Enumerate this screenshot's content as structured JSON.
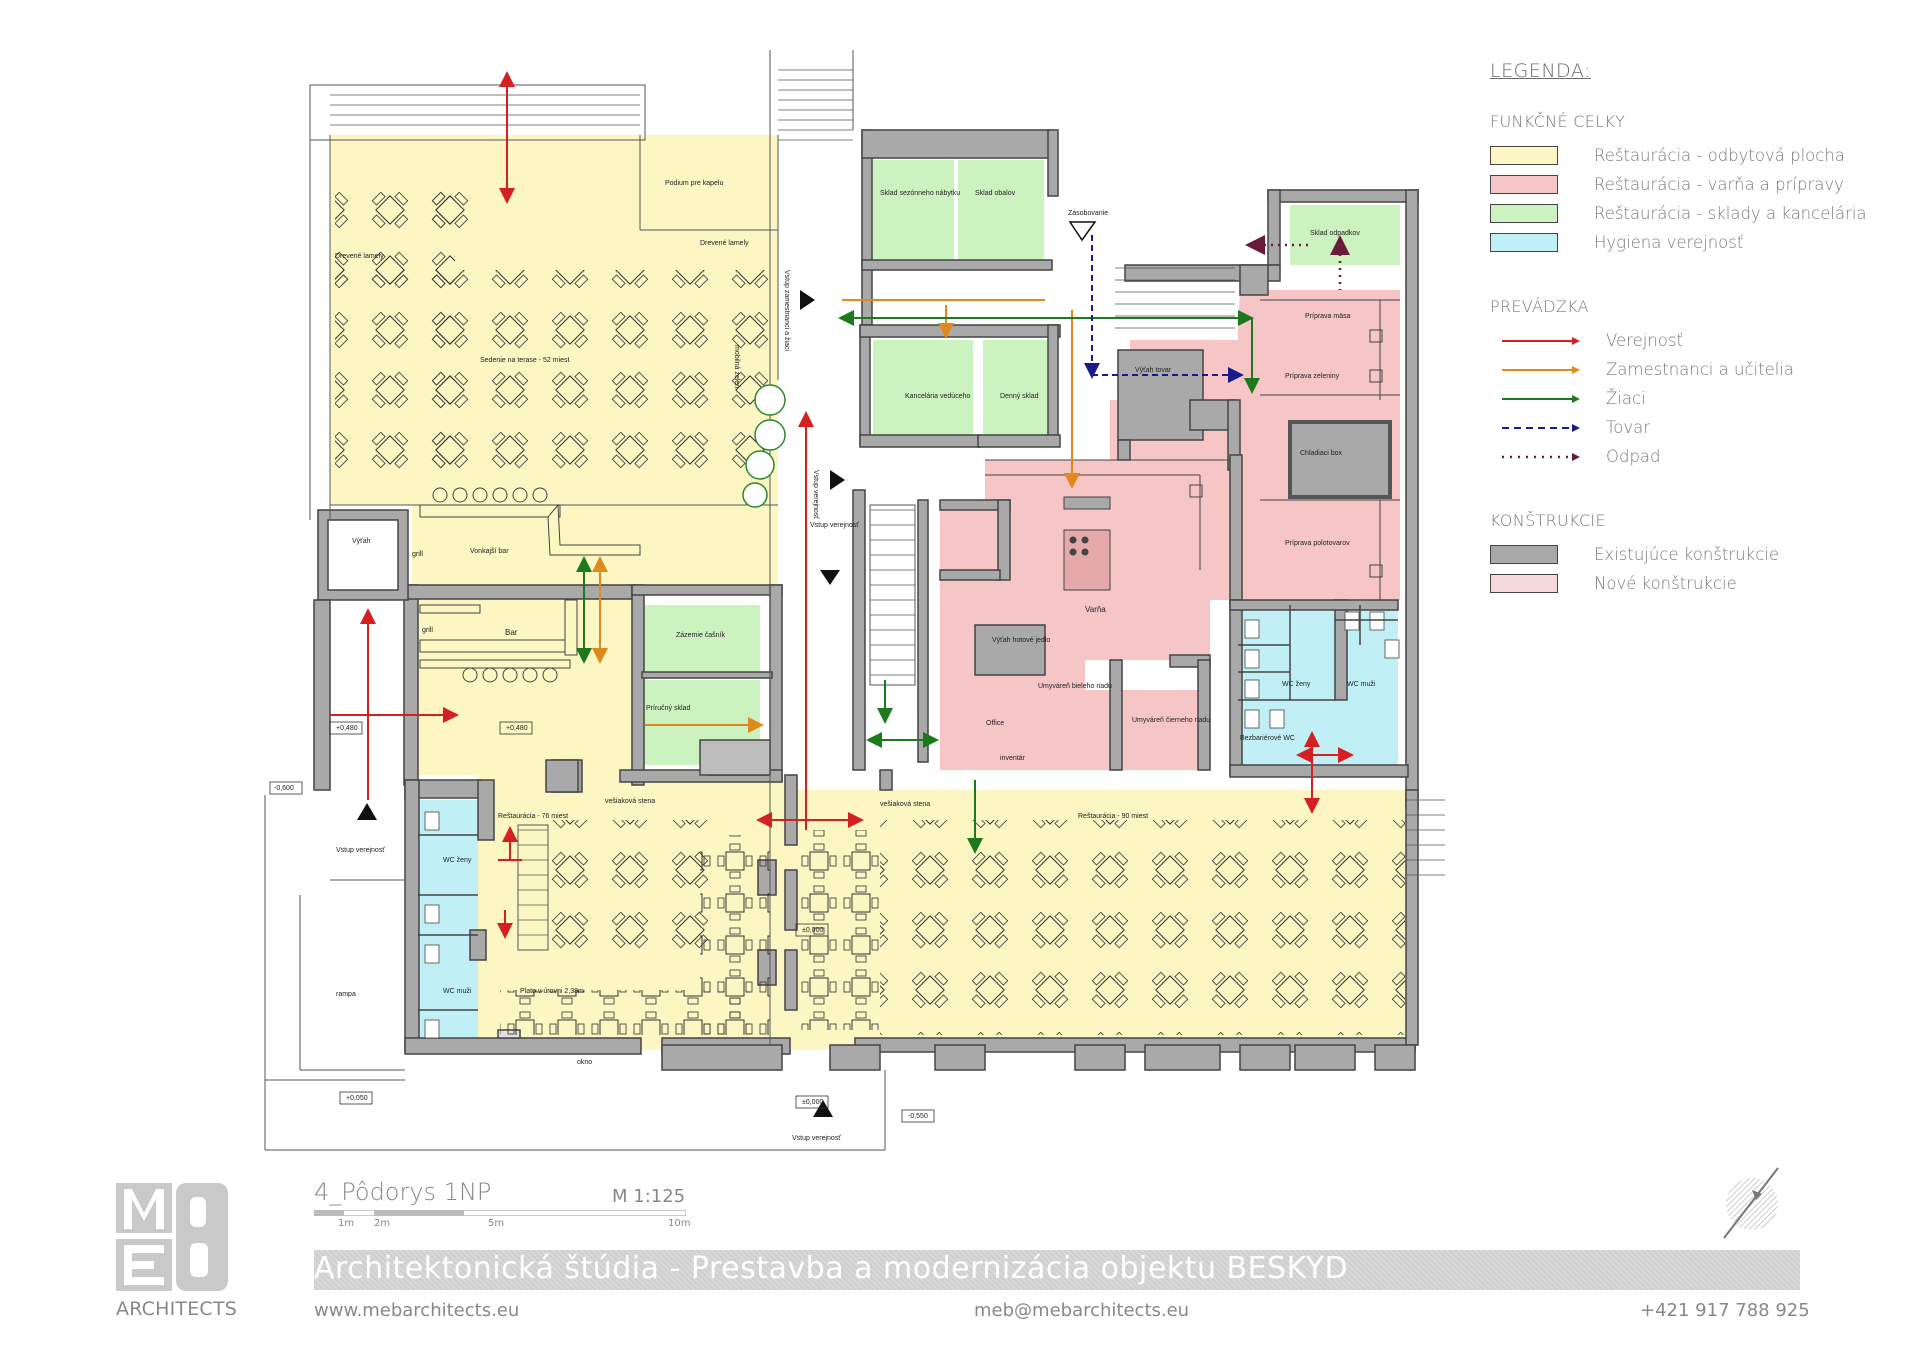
{
  "legend": {
    "title": "LEGENDA:",
    "functional_heading": "FUNKČNÉ CELKY",
    "functional": [
      {
        "label": "Reštaurácia - odbytová plocha",
        "color": "#fbf6c2"
      },
      {
        "label": "Reštaurácia - varňa a prípravy",
        "color": "#f6c5c6"
      },
      {
        "label": "Reštaurácia - sklady a kancelária",
        "color": "#ccf2c0"
      },
      {
        "label": "Hygiena verejnosť",
        "color": "#c0f0f6"
      }
    ],
    "operation_heading": "PREVÁDZKA",
    "operation": [
      {
        "label": "Verejnosť",
        "color": "#d42020",
        "style": "solid"
      },
      {
        "label": "Zamestnanci a učitelia",
        "color": "#e0891d",
        "style": "solid"
      },
      {
        "label": "Žiaci",
        "color": "#1c7a1c",
        "style": "solid"
      },
      {
        "label": "Tovar",
        "color": "#1a1a8a",
        "style": "dashed"
      },
      {
        "label": "Odpad",
        "color": "#6a1a3a",
        "style": "dotted"
      }
    ],
    "construction_heading": "KONŠTRUKCIE",
    "construction": [
      {
        "label": "Existujúce konštrukcie",
        "color": "#a9a9a9"
      },
      {
        "label": "Nové konštrukcie",
        "color": "#f5d9da"
      }
    ]
  },
  "rooms": {
    "podium": "Podium pre kapelu",
    "drevene_lamely_left": "Drevené lamely",
    "drevene_lamely_right": "Drevené lamely",
    "sedenie": "Sedenie na terase - 52 miest",
    "mobilna_zelen": "mobilná zeleň",
    "sklad_sezonneho": "Sklad sezónneho nábytku",
    "sklad_obalov": "Sklad obalov",
    "zasobovanie": "Zásobovanie",
    "vstup_zamestnanci": "Vstup zamestnanci a žiaci",
    "sklad_odpadkov": "Sklad odpadkov",
    "priprava_masa": "Príprava mäsa",
    "kancelaria": "Kancelária vedúceho",
    "denny_sklad": "Denný sklad",
    "vytah_tovar": "Výťah tovar",
    "priprava_zeleniny": "Príprava zeleniny",
    "chladiaci_box": "Chladiaci box",
    "vstup_verejnost_mid": "Vstup verejnosť",
    "vstup_verejnost_right": "Vstup verejnosť",
    "vytah_left": "Výťah",
    "grill_top": "grill",
    "vonkajsi_bar": "Vonkajší bar",
    "varna": "Varňa",
    "priprava_polotovarov": "Príprava polotovarov",
    "grill_bar": "grill",
    "bar": "Bar",
    "zazemie": "Zázemie čašník",
    "vytah_hotove": "Výťah hotové jedlo",
    "umyvaren_bieleho": "Umyváreň bieleho riadu",
    "umyvaren_cierneho": "Umyváreň čierneho riadu",
    "office": "Office",
    "inventar": "inventár",
    "wc_zeny_right": "WC ženy",
    "wc_muzi_right": "WC muži",
    "bezbarierove": "Bezbariérové WC",
    "prirucny_sklad": "Príručný sklad",
    "level_0480_a": "+0,480",
    "level_0480_b": "+0,480",
    "level_m0600": "-0,600",
    "vesiakova_stena_left": "vešiaková stena",
    "vesiakova_stena_right": "vešiaková stena",
    "restauracia_76": "Reštaurácia - 76 miest",
    "restauracia_90": "Reštaurácia - 90 miest",
    "vstup_verejnost_left": "Vstup verejnosť",
    "wc_zeny_left": "WC ženy",
    "level_0000_a": "±0,000",
    "rampa": "rampa",
    "wc_muzi_left": "WC muži",
    "plato": "Plato v úrovni 2,38m",
    "okno": "okno",
    "level_0050": "+0,050",
    "level_0000_b": "±0,000",
    "level_m0550": "-0,550",
    "vstup_verejnost_bottom": "Vstup verejnosť"
  },
  "footer": {
    "drawing_title": "4_Pôdorys 1NP",
    "scale": "M 1:125",
    "scalebar_labels": [
      "1m",
      "2m",
      "5m",
      "10m"
    ],
    "banner": "Architektonická štúdia - Prestavba a modernizácia objektu BESKYD",
    "web": "www.mebarchitects.eu",
    "email": "meb@mebarchitects.eu",
    "phone": "+421 917 788 925",
    "logo_text": "ARCHITECTS",
    "logo_letters": "MEB"
  }
}
